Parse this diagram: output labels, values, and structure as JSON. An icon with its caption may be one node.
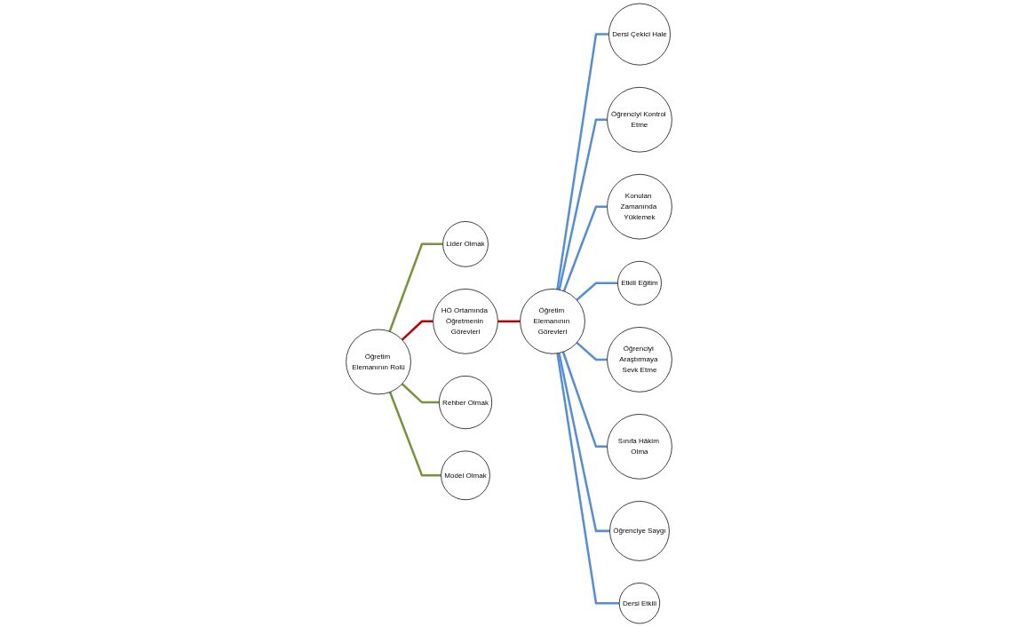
{
  "diagram": {
    "nodes": [
      {
        "text": [
          "Lider Olmak"
        ]
      },
      {
        "text": [
          "HÖ Ortamında Öğretmenin Görevleri"
        ]
      },
      {
        "text": [
          "Öğrenciyi Kontrol Etme"
        ]
      },
      {
        "text": [
          "Dersi Çekici Hale"
        ]
      },
      {
        "text": [
          "Öğretim Elemanının Rolü"
        ]
      },
      {
        "text": [
          "Konuları Zamanında Yüklemek"
        ]
      },
      {
        "text": [
          "Rehber Olmak"
        ]
      },
      {
        "text": [
          "Etkili Eğitim"
        ]
      },
      {
        "text": [
          "Öğretim Elemanının Görevleri"
        ]
      },
      {
        "text": [
          "Öğrenciyi Araştırmaya Sevk Etme"
        ]
      },
      {
        "text": [
          "Model Olmak"
        ]
      },
      {
        "text": [
          "Sınıfa Hâkim Olma"
        ]
      },
      {
        "text": [
          "Dersi Etkili"
        ]
      },
      {
        "text": [
          "Öğrenciye Saygı"
        ]
      }
    ],
    "edges": [
      {
        "from": 4,
        "to": 0,
        "arrow": "none",
        "color": "#77933c"
      },
      {
        "from": 4,
        "to": 1,
        "arrow": "none",
        "color": "#c00000"
      },
      {
        "from": 4,
        "to": 6,
        "arrow": "none",
        "color": "#77933c"
      },
      {
        "from": 4,
        "to": 10,
        "arrow": "none",
        "color": "#77933c"
      },
      {
        "from": 1,
        "to": 8,
        "arrow": "none",
        "color": "#c00000"
      },
      {
        "from": 8,
        "to": 3,
        "arrow": "none"
      },
      {
        "from": 8,
        "to": 2,
        "arrow": "none"
      },
      {
        "from": 8,
        "to": 5,
        "arrow": "none"
      },
      {
        "from": 8,
        "to": 7,
        "arrow": "none"
      },
      {
        "from": 8,
        "to": 9,
        "arrow": "none"
      },
      {
        "from": 8,
        "to": 11,
        "arrow": "none"
      },
      {
        "from": 8,
        "to": 13,
        "arrow": "none"
      },
      {
        "from": 8,
        "to": 12,
        "arrow": "none"
      }
    ]
  }
}
